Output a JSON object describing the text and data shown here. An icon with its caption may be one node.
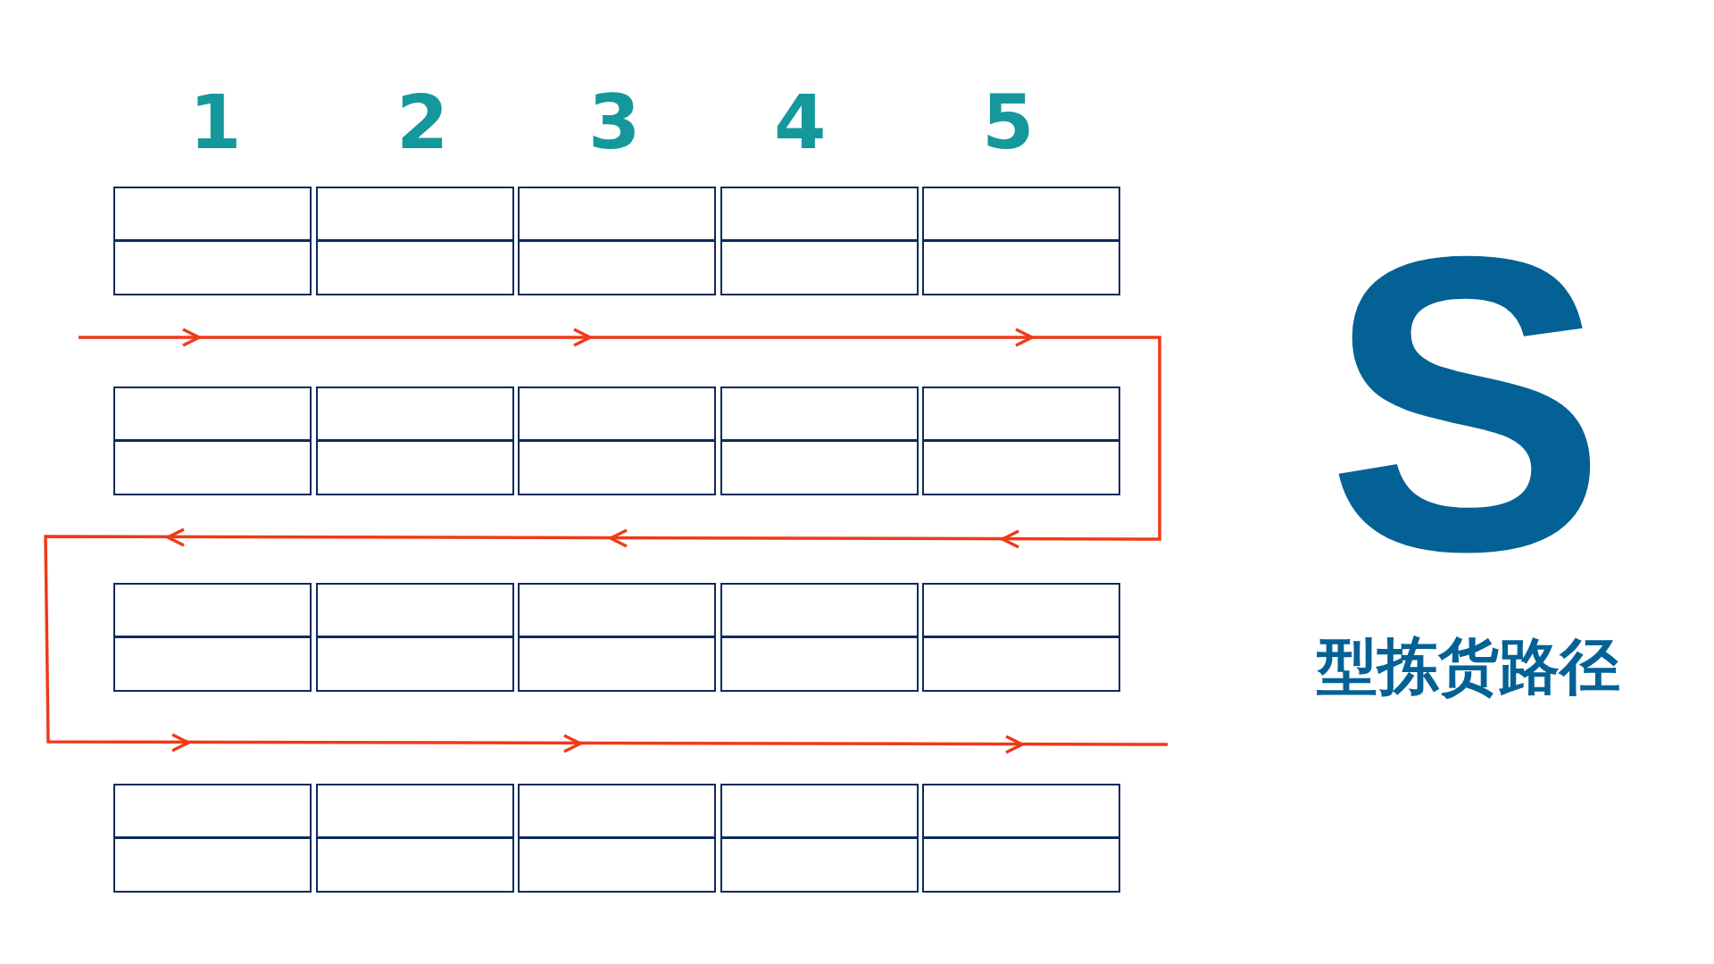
{
  "diagram": {
    "nodes": [
      {
        "text": [],
        "shape": "box"
      },
      {
        "text": [],
        "shape": "box"
      },
      {
        "text": [],
        "shape": "box"
      },
      {
        "text": [],
        "shape": "box"
      },
      {
        "text": [],
        "shape": "box"
      },
      {
        "text": [],
        "shape": "box"
      },
      {
        "text": [],
        "shape": "box"
      },
      {
        "text": [],
        "shape": "box"
      },
      {
        "text": [],
        "shape": "box"
      },
      {
        "text": [],
        "shape": "box"
      },
      {
        "text": [],
        "shape": "box"
      },
      {
        "text": [],
        "shape": "box"
      },
      {
        "text": [],
        "shape": "box"
      },
      {
        "text": [],
        "shape": "box"
      },
      {
        "text": [],
        "shape": "box"
      },
      {
        "text": [],
        "shape": "box"
      },
      {
        "text": [],
        "shape": "box"
      },
      {
        "text": [],
        "shape": "box"
      },
      {
        "text": [],
        "shape": "box"
      },
      {
        "text": [],
        "shape": "box"
      }
    ],
    "labels": [
      "1",
      "2",
      "3",
      "4",
      "5",
      "S",
      "型拣货路径"
    ]
  }
}
